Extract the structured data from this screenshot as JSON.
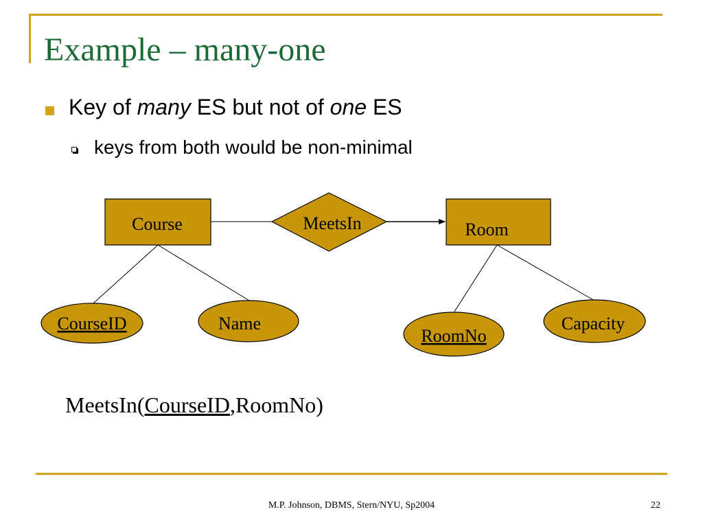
{
  "slide": {
    "title": "Example – many-one",
    "bullet": {
      "prefix": "Key of ",
      "many": "many",
      "middle": " ES but not of ",
      "one": "one",
      "suffix": " ES"
    },
    "sub_bullet": "keys from both would be non-minimal",
    "relation_schema": {
      "prefix": "MeetsIn(",
      "key": "CourseID",
      "rest": ",RoomNo)"
    },
    "footer": "M.P. Johnson, DBMS, Stern/NYU, Sp2004",
    "page_number": "22"
  },
  "diagram": {
    "entities": {
      "course": "Course",
      "room": "Room"
    },
    "relationship": "MeetsIn",
    "attributes": {
      "course_id": "CourseID",
      "name": "Name",
      "room_no": "RoomNo",
      "capacity": "Capacity"
    }
  },
  "colors": {
    "accent": "#d4a21a",
    "title": "#1b6b37",
    "shape_fill": "#c8960a"
  }
}
